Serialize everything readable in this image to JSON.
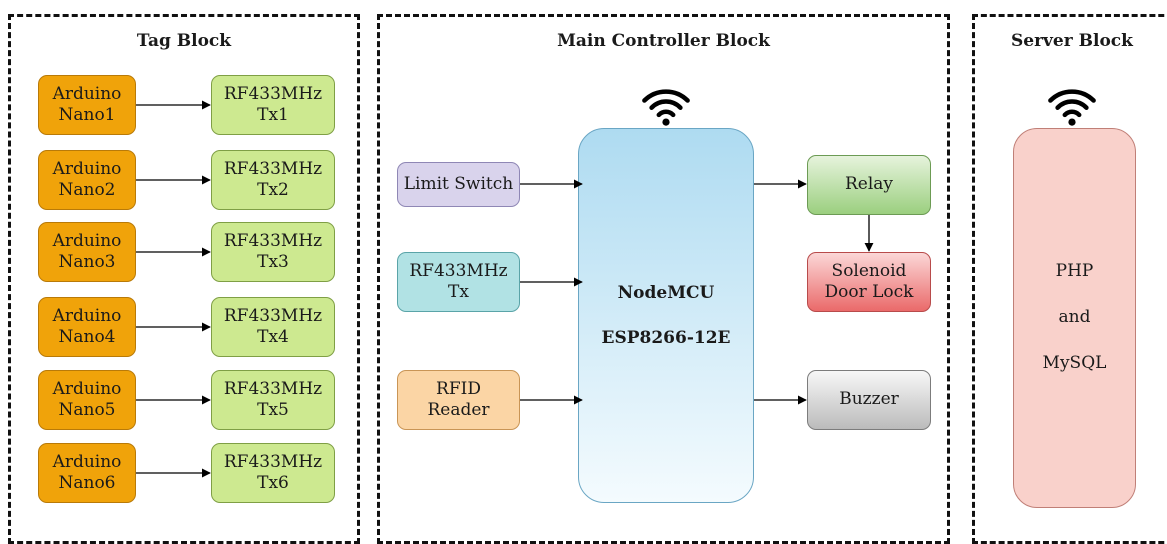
{
  "tag_block": {
    "title": "Tag Block",
    "arduinos": [
      "Arduino\nNano1",
      "Arduino\nNano2",
      "Arduino\nNano3",
      "Arduino\nNano4",
      "Arduino\nNano5",
      "Arduino\nNano6"
    ],
    "transmitters": [
      "RF433MHz\nTx1",
      "RF433MHz\nTx2",
      "RF433MHz\nTx3",
      "RF433MHz\nTx4",
      "RF433MHz\nTx5",
      "RF433MHz\nTx6"
    ]
  },
  "main_block": {
    "title": "Main Controller Block",
    "inputs": {
      "limit_switch": "Limit Switch",
      "rf_tx": "RF433MHz\nTx",
      "rfid": "RFID\nReader"
    },
    "controller": {
      "name": "NodeMCU",
      "model": "ESP8266-12E"
    },
    "outputs": {
      "relay": "Relay",
      "solenoid": "Solenoid\nDoor Lock",
      "buzzer": "Buzzer"
    }
  },
  "server_block": {
    "title": "Server Block",
    "lines": [
      "PHP",
      "and",
      "MySQL"
    ]
  },
  "icons": {
    "wireless": "wifi-icon"
  },
  "colors": {
    "arduino": "#f0a30a",
    "transmitter": "#cde990",
    "limit_switch": "#d9d3ec",
    "rf_input": "#b1e2e4",
    "rfid": "#fbd5a5",
    "controller": "#aedbf1",
    "relay": "#9bcf7f",
    "solenoid": "#ea6a6a",
    "buzzer": "#bbbbbb",
    "server": "#f9d1cb"
  }
}
